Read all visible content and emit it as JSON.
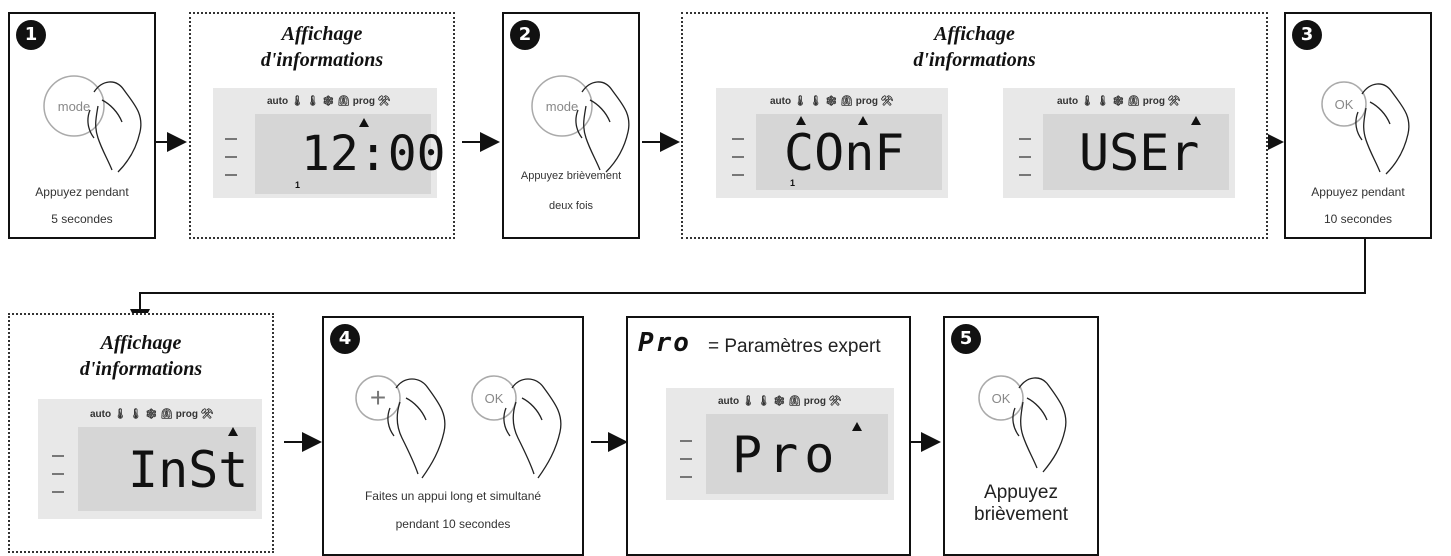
{
  "steps": [
    {
      "number": "1",
      "button": "mode",
      "caption_line1": "Appuyez pendant",
      "caption_line2": "5 secondes"
    },
    {
      "number": "2",
      "button": "mode",
      "caption_line1": "Appuyez brièvement",
      "caption_line2": "deux fois"
    },
    {
      "number": "3",
      "button": "OK",
      "caption_line1": "Appuyez pendant",
      "caption_line2": "10 secondes"
    },
    {
      "number": "4",
      "button_plus": "+",
      "button_ok": "OK",
      "caption_line1": "Faites un appui long et simultané",
      "caption_line2": "pendant 10 secondes"
    },
    {
      "number": "5",
      "button": "OK",
      "caption_line1": "Appuyez",
      "caption_line2": "brièvement"
    }
  ],
  "info_title_line1": "Affichage",
  "info_title_line2": "d'informations",
  "lcd_icons": "auto 🌡 🌡 ❄ ⏲ prog ⚒",
  "lcd_channel": "1",
  "displays": {
    "clock": "12:00",
    "conf": "COnF",
    "user": "USEr",
    "inst": "InSt",
    "pro": "Pro"
  },
  "pro_header": {
    "code": "Pro",
    "text": "= Paramètres expert"
  }
}
